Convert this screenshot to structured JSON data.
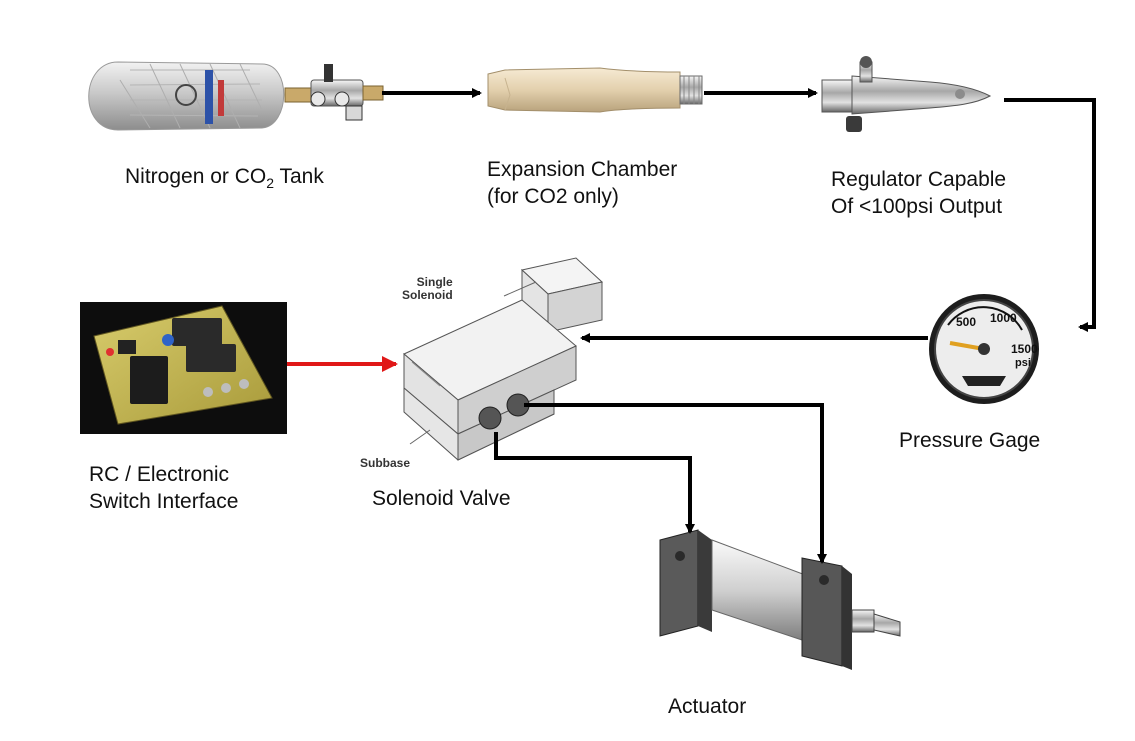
{
  "components": {
    "tank": {
      "label_pre": "Nitrogen or CO",
      "label_sub": "2",
      "label_post": " Tank"
    },
    "expansion_chamber": {
      "line1": "Expansion Chamber",
      "line2": "(for CO2 only)"
    },
    "regulator": {
      "line1": "Regulator Capable",
      "line2": "Of <100psi Output"
    },
    "pressure_gage": {
      "label": "Pressure Gage",
      "dial": [
        "500",
        "1000",
        "1500",
        "psi"
      ]
    },
    "solenoid_valve": {
      "label": "Solenoid Valve",
      "callout_solenoid": [
        "Single",
        "Solenoid"
      ],
      "callout_subbase": "Subbase"
    },
    "switch_interface": {
      "line1": "RC / Electronic",
      "line2": "Switch Interface"
    },
    "actuator": {
      "label": "Actuator"
    }
  },
  "colors": {
    "flow_arrow": "#000000",
    "signal_arrow": "#e01818"
  }
}
